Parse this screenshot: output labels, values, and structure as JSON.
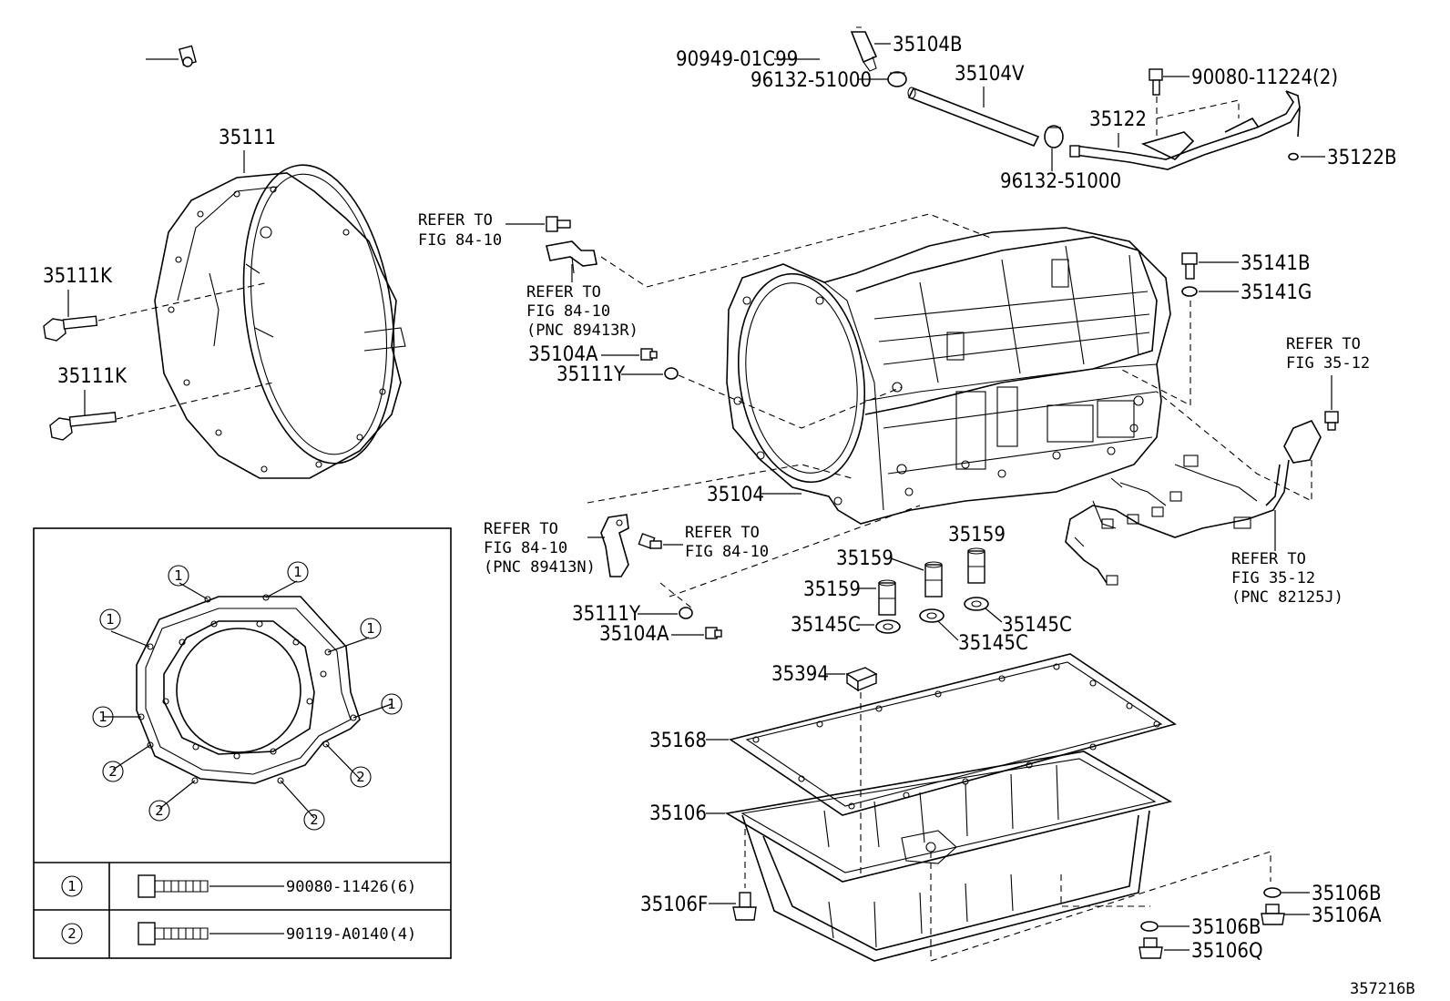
{
  "diagram": {
    "callouts": {
      "p35104B": "35104B",
      "p90949": "90949-01C99",
      "p96132a": "96132-51000",
      "p35104V": "35104V",
      "p96132b": "96132-51000",
      "p90080a": "90080-11224(2)",
      "p35122": "35122",
      "p35122B": "35122B",
      "p35111": "35111",
      "p35111K1": "35111K",
      "p35111K2": "35111K",
      "p35141B": "35141B",
      "p35141G": "35141G",
      "p35104A1": "35104A",
      "p35111Y1": "35111Y",
      "p35104": "35104",
      "p35159a": "35159",
      "p35159b": "35159",
      "p35159c": "35159",
      "p35111Y2": "35111Y",
      "p35104A2": "35104A",
      "p35145C1": "35145C",
      "p35145C2": "35145C",
      "p35145C3": "35145C",
      "p35394": "35394",
      "p35168": "35168",
      "p35106": "35106",
      "p35106F": "35106F",
      "p35106B1": "35106B",
      "p35106A": "35106A",
      "p35106B2": "35106B",
      "p35106Q": "35106Q"
    },
    "refers": {
      "r1_l1": "REFER TO",
      "r1_l2": "FIG 84-10",
      "r2_l1": "REFER TO",
      "r2_l2": "FIG 84-10",
      "r2_l3": "(PNC 89413R)",
      "r3_l1": "REFER TO",
      "r3_l2": "FIG 35-12",
      "r4_l1": "REFER TO",
      "r4_l2": "FIG 84-10",
      "r4_l3": "(PNC 89413N)",
      "r5_l1": "REFER TO",
      "r5_l2": "FIG 84-10",
      "r6_l1": "REFER TO",
      "r6_l2": "FIG 35-12",
      "r6_l3": "(PNC 82125J)"
    },
    "legend": {
      "markers": [
        "1",
        "1",
        "1",
        "1",
        "1",
        "1",
        "2",
        "2",
        "2",
        "2"
      ],
      "rows": [
        {
          "marker": "1",
          "part": "90080-11426(6)"
        },
        {
          "marker": "2",
          "part": "90119-A0140(4)"
        }
      ]
    },
    "figure_id": "357216B"
  }
}
